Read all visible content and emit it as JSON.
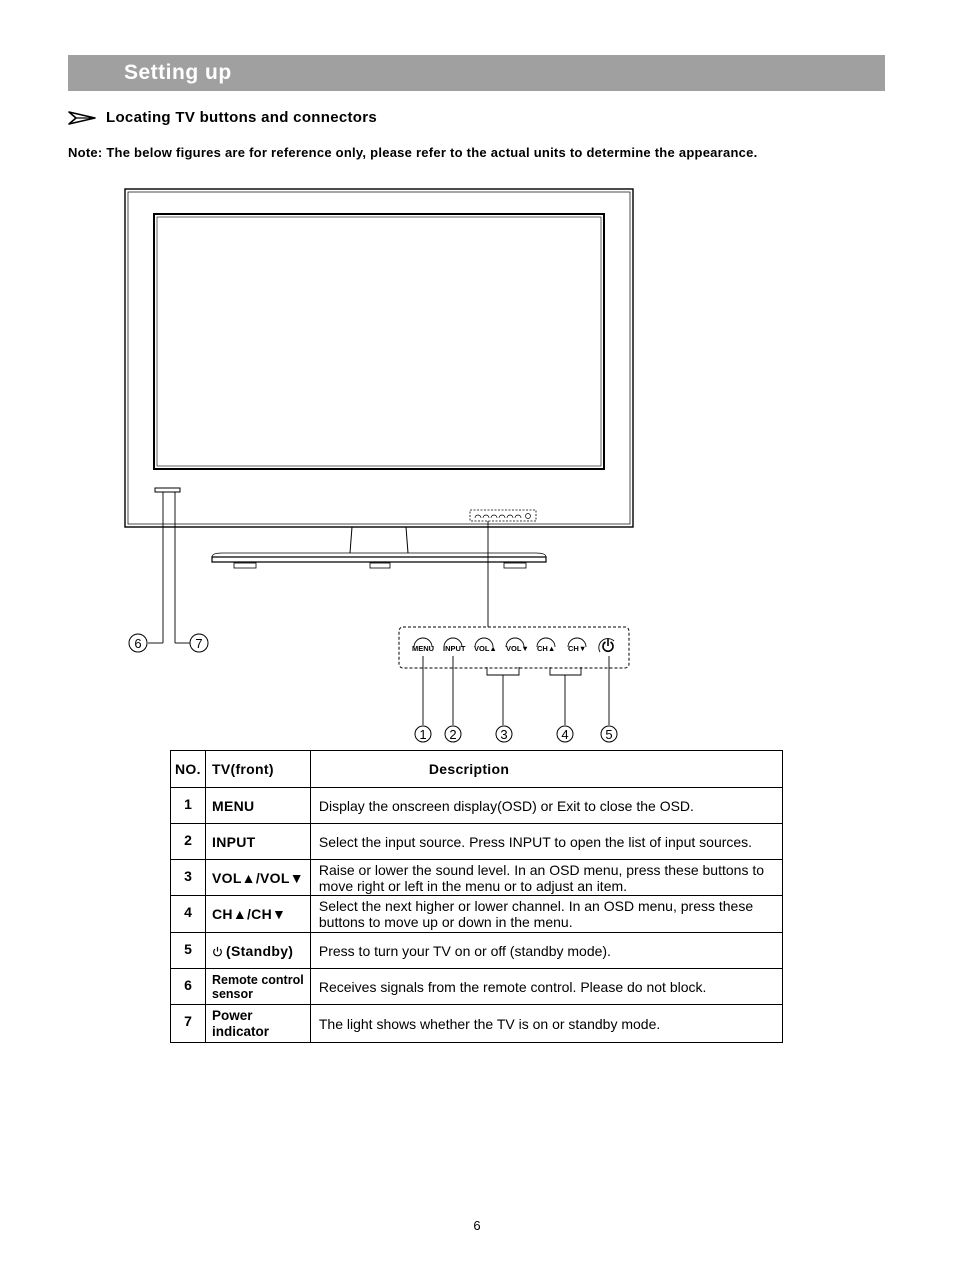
{
  "section": {
    "title": "Setting up"
  },
  "subheading": "Locating TV buttons and connectors",
  "note": "Note: The below figures are for reference only, please refer to the actual units to determine the appearance.",
  "panel_buttons": [
    "MENU",
    "INPUT",
    "VOL▲",
    "VOL▼",
    "CH▲",
    "CH▼"
  ],
  "callouts": [
    "1",
    "2",
    "3",
    "4",
    "5",
    "6",
    "7"
  ],
  "table": {
    "headers": {
      "no": "NO.",
      "tv": "TV(front)",
      "desc": "Description"
    },
    "rows": [
      {
        "no": "1",
        "name": "MENU",
        "desc": "Display the onscreen display(OSD) or Exit to close the OSD."
      },
      {
        "no": "2",
        "name": "INPUT",
        "desc": "Select the input source. Press INPUT to open the list of input sources."
      },
      {
        "no": "3",
        "name": "VOL▲/VOL▼",
        "desc": "Raise or lower the sound level. In an OSD menu, press these buttons to move  right or left in the menu or to adjust an item."
      },
      {
        "no": "4",
        "name": "CH▲/CH▼",
        "desc": "Select the next higher or lower channel. In an OSD menu, press these buttons  to move up or down in the menu."
      },
      {
        "no": "5",
        "name": "(Standby)",
        "desc": "Press to turn your TV on or off (standby mode)."
      },
      {
        "no": "6",
        "name": "Remote control sensor",
        "desc": "Receives signals from the remote control. Please do not block."
      },
      {
        "no": "7",
        "name": "Power indicator",
        "desc": "The light shows whether the TV is on or standby mode."
      }
    ]
  },
  "page_number": "6"
}
